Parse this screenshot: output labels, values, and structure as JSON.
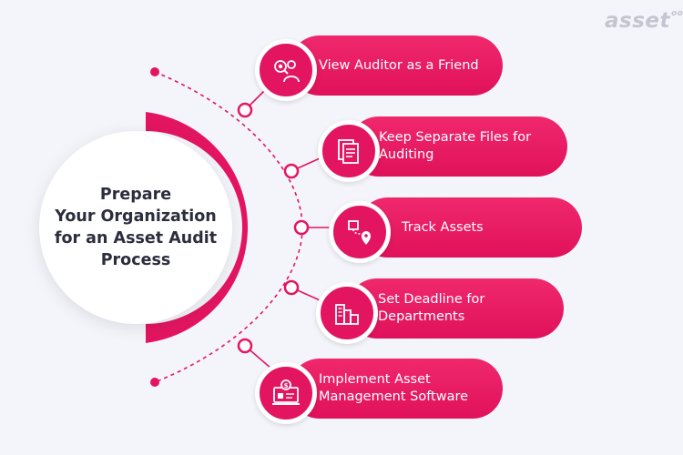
{
  "brand": {
    "logo_text": "asset",
    "logo_suffix": "oo"
  },
  "center": {
    "title": "Prepare\nYour Organization\nfor an Asset Audit\nProcess"
  },
  "steps": [
    {
      "label": "View Auditor as a Friend",
      "icon": "auditor-friend-icon"
    },
    {
      "label": "Keep Separate Files for\nAuditing",
      "icon": "files-icon"
    },
    {
      "label": "Track Assets",
      "icon": "track-assets-icon"
    },
    {
      "label": "Set Deadline for\nDepartments",
      "icon": "deadline-icon"
    },
    {
      "label": "Implement Asset\nManagement Software",
      "icon": "software-icon"
    }
  ],
  "colors": {
    "accent": "#e31561",
    "text_dark": "#2c2e3e",
    "background": "#f4f5fa"
  }
}
